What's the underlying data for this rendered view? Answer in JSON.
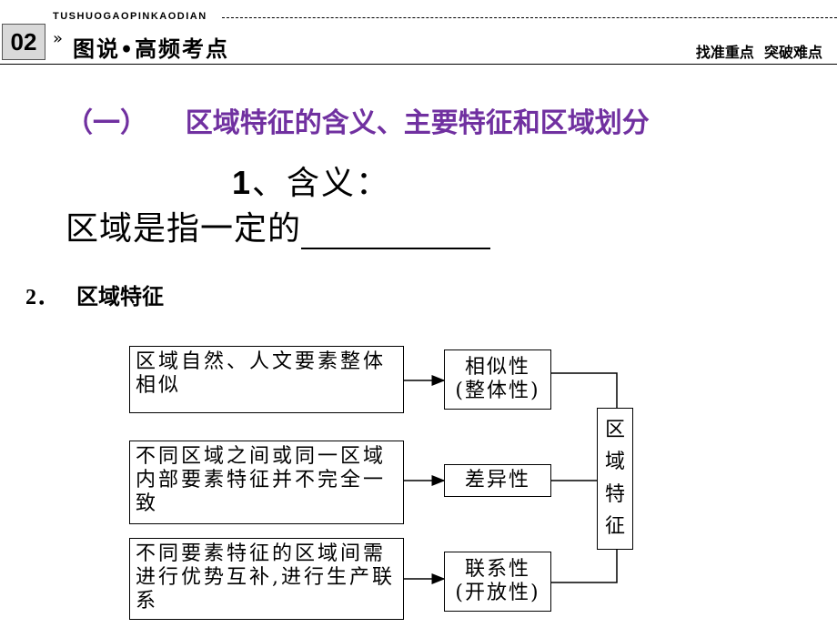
{
  "header": {
    "badge_number": "02",
    "chevron": "»",
    "pinyin": "TUSHUOGAOPINKAODIAN",
    "title_part1": "图说",
    "title_dot": "•",
    "title_part2": "高频考点",
    "right_text": "找准重点  突破难点"
  },
  "section_heading": "（一）    区域特征的含义、主要特征和区域划分",
  "meaning": {
    "number": "1",
    "text": "、含义："
  },
  "definition_text": "区域是指一定的",
  "feature_heading": {
    "number": "2．",
    "text": "区域特征"
  },
  "diagram": {
    "left_boxes": [
      "区域自然、人文要素整体相似",
      "不同区域之间或同一区域内部要素特征并不完全一致",
      "不同要素特征的区域间需进行优势互补,进行生产联系"
    ],
    "mid_boxes": [
      [
        "相似性",
        "(整体性)"
      ],
      [
        "差异性"
      ],
      [
        "联系性",
        "(开放性)"
      ]
    ],
    "region_chars": [
      "区",
      "域",
      "特",
      "征"
    ]
  }
}
